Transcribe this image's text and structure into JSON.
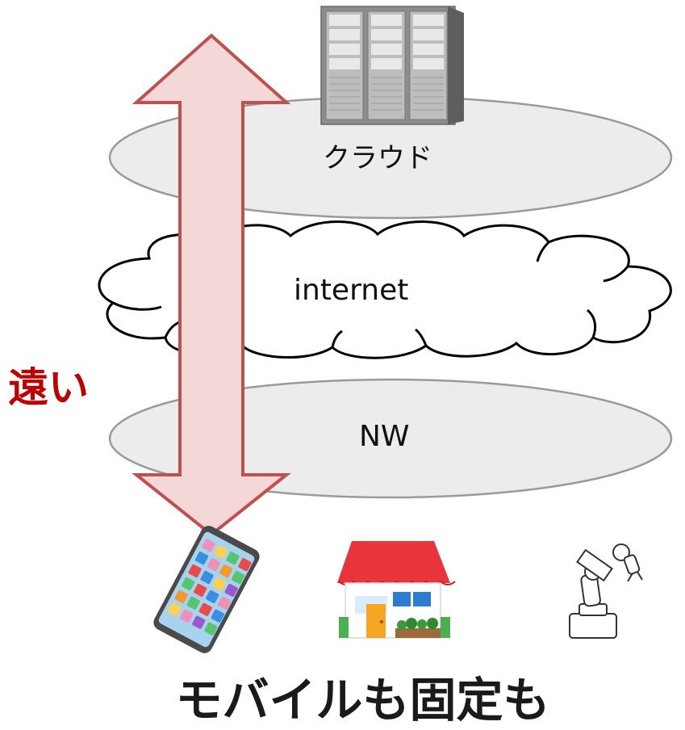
{
  "layers": {
    "cloud_label": "クラウド",
    "internet_label": "internet",
    "network_label": "NW"
  },
  "arrow_label": "遠い",
  "caption": "モバイルも固定も",
  "devices": [
    {
      "name": "smartphone",
      "icon": "smartphone-icon"
    },
    {
      "name": "house",
      "icon": "house-icon"
    },
    {
      "name": "robot-arm",
      "icon": "robot-arm-icon"
    }
  ],
  "colors": {
    "layer_fill": "#ececec",
    "layer_stroke": "#9a9a9a",
    "arrow_fill": "#f4d7d7",
    "arrow_stroke": "#c0504d",
    "far_label": "#c00000",
    "roof": "#e8343a"
  }
}
